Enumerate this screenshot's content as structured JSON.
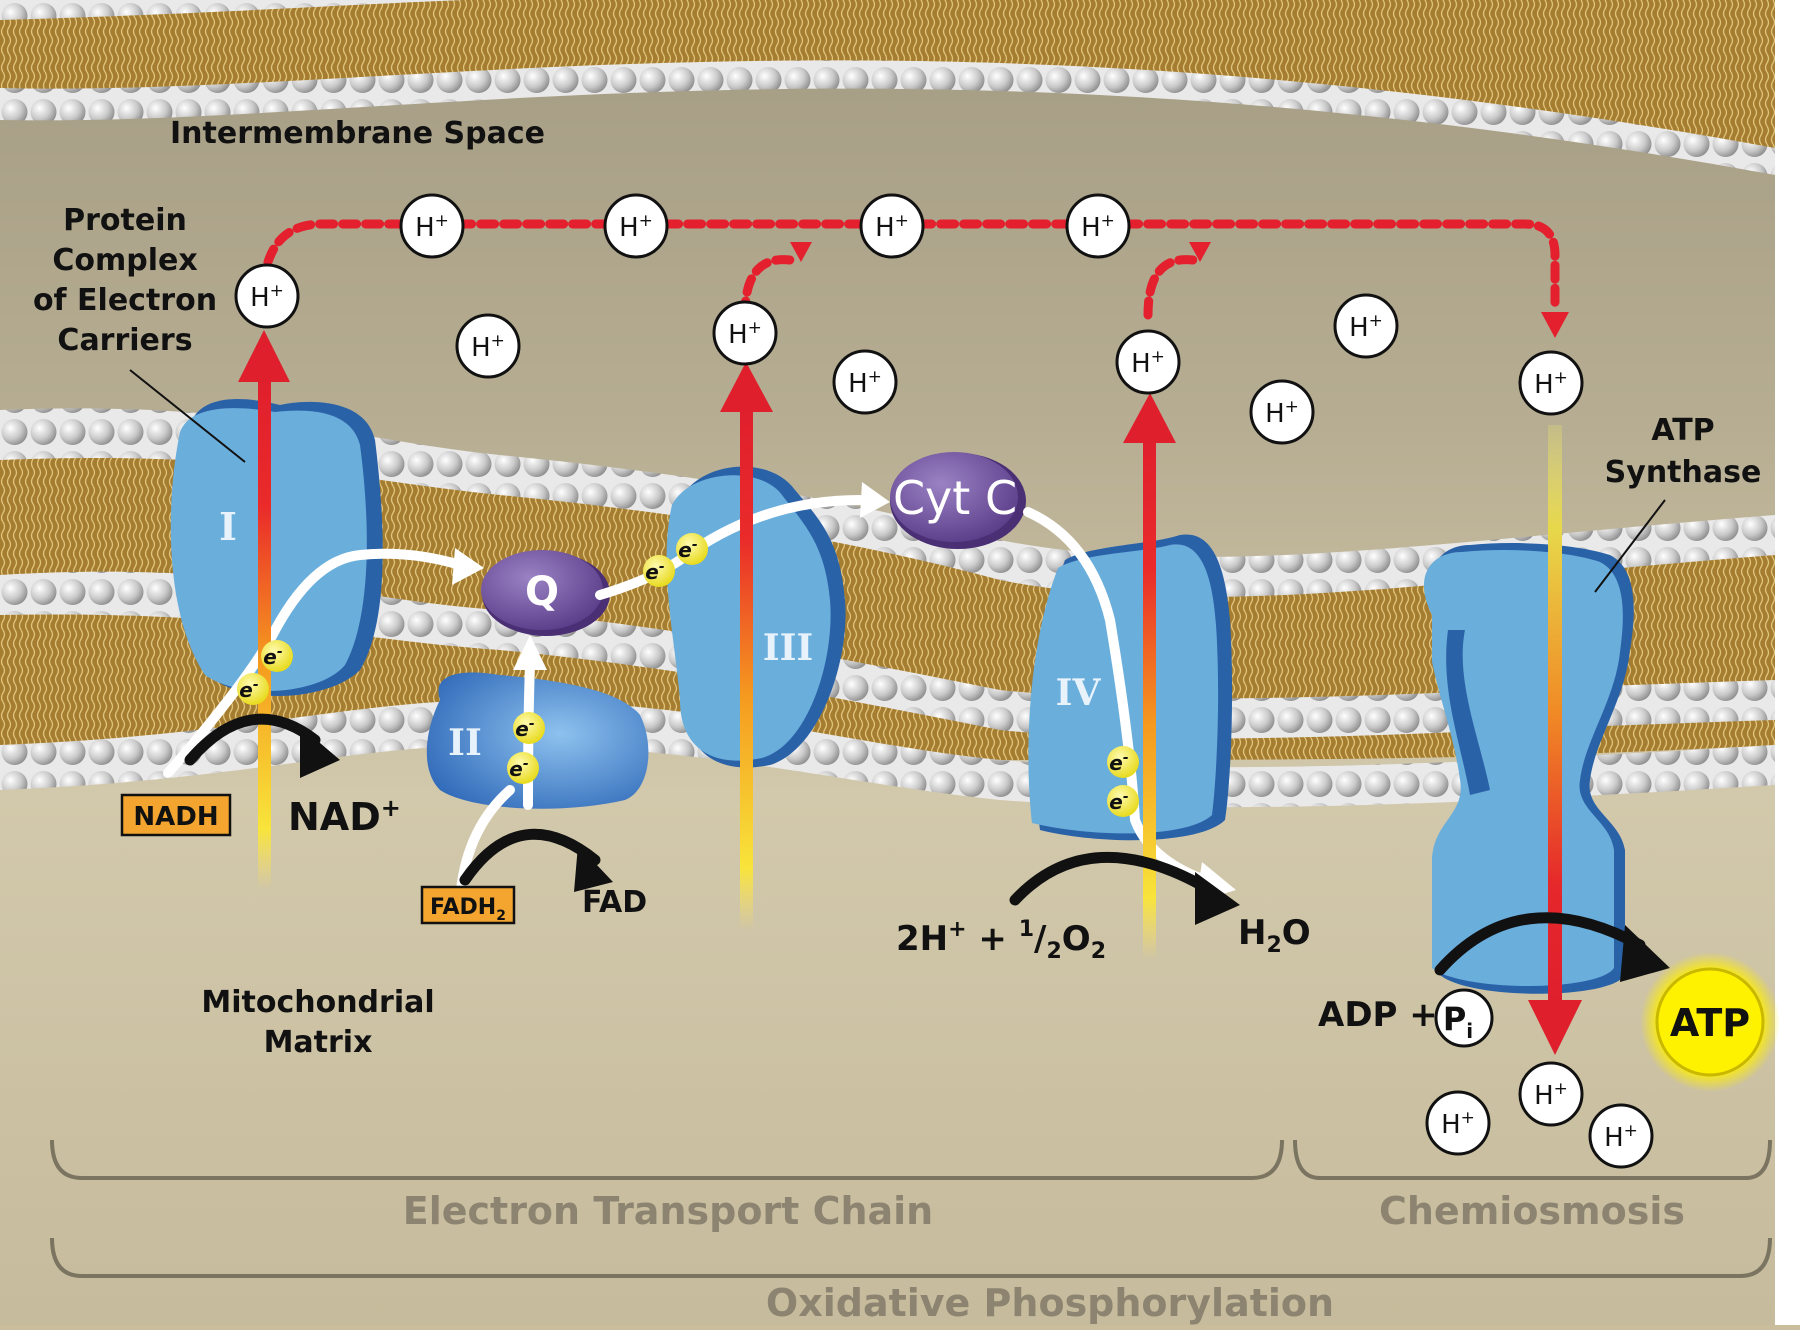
{
  "labels": {
    "intermembrane_space": "Intermembrane Space",
    "protein_complex": [
      "Protein",
      "Complex",
      "of Electron",
      "Carriers"
    ],
    "atp_synthase": [
      "ATP",
      "Synthase"
    ],
    "mitochondrial_matrix": [
      "Mitochondrial",
      "Matrix"
    ]
  },
  "complexes": {
    "c1": "I",
    "c2": "II",
    "c3": "III",
    "c4": "IV",
    "q": "Q",
    "cytc": "Cyt C"
  },
  "proton": {
    "base": "H",
    "charge": "+"
  },
  "electron": {
    "base": "e",
    "charge": "-"
  },
  "reactions": {
    "nadh": "NADH",
    "nad_base": "NAD",
    "nad_charge": "+",
    "fadh_base": "FADH",
    "fadh_sub": "2",
    "fad": "FAD",
    "oxygen_2h": "2H",
    "oxygen_plus": "+",
    "oxygen_rest": " + ",
    "oxygen_num": "1",
    "oxygen_slash": "/",
    "oxygen_den": "2",
    "oxygen_o": "O",
    "oxygen_o_sub": "2",
    "water_h": "H",
    "water_sub": "2",
    "water_o": "O",
    "adp": "ADP +",
    "pi_base": "P",
    "pi_sub": "i",
    "atp": "ATP"
  },
  "sections": {
    "etc": "Electron Transport Chain",
    "chemiosmosis": "Chemiosmosis",
    "oxphos": "Oxidative Phosphorylation"
  },
  "colors": {
    "matrix_bg": "#c9bd9c",
    "membrane_tail": "#a57f33",
    "membrane_head": "#bfbfbf",
    "protein": "#6aaedc",
    "protein_edge": "#2a62a8",
    "complex2": "#3f7fc6",
    "purple": "#6a4a96",
    "proton_arrow": "#e5202e",
    "nadh_box": "#f3a52f",
    "electron": "#f4ec2a",
    "atp_glow": "#ffe800",
    "section_text": "#8c8470"
  }
}
